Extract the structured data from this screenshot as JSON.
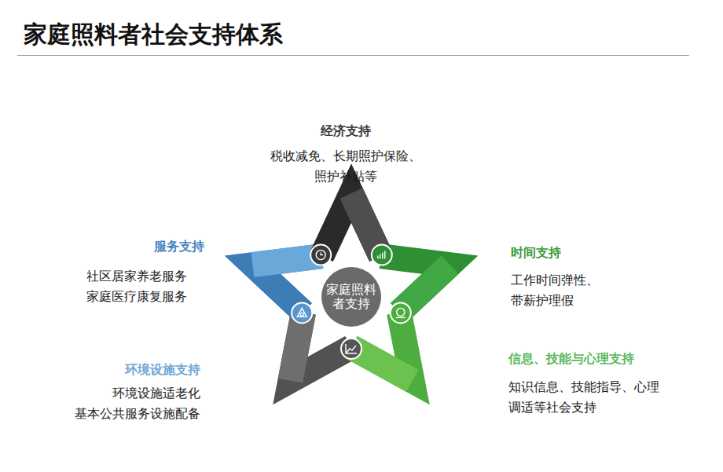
{
  "diagram": {
    "title": "家庭照料者社会支持体系",
    "nodes": [
      {
        "text": [
          "经济支持",
          "税收减免、长期照护保险、 照护补贴等"
        ]
      },
      {
        "text": [
          "服务支持",
          "社区居家养老服务 家庭医疗康复服务"
        ]
      },
      {
        "text": [
          "时间支持",
          "工作时间弹性、 带薪护理假"
        ]
      },
      {
        "text": [
          "家庭照料者支持"
        ]
      },
      {
        "text": [
          "环境设施支持",
          "环境设施适老化 基本公共服务设施配备"
        ]
      },
      {
        "text": [
          "信息、技能与心理支持",
          "知识信息、技能指导、心理 调适等社会支持"
        ]
      }
    ]
  }
}
